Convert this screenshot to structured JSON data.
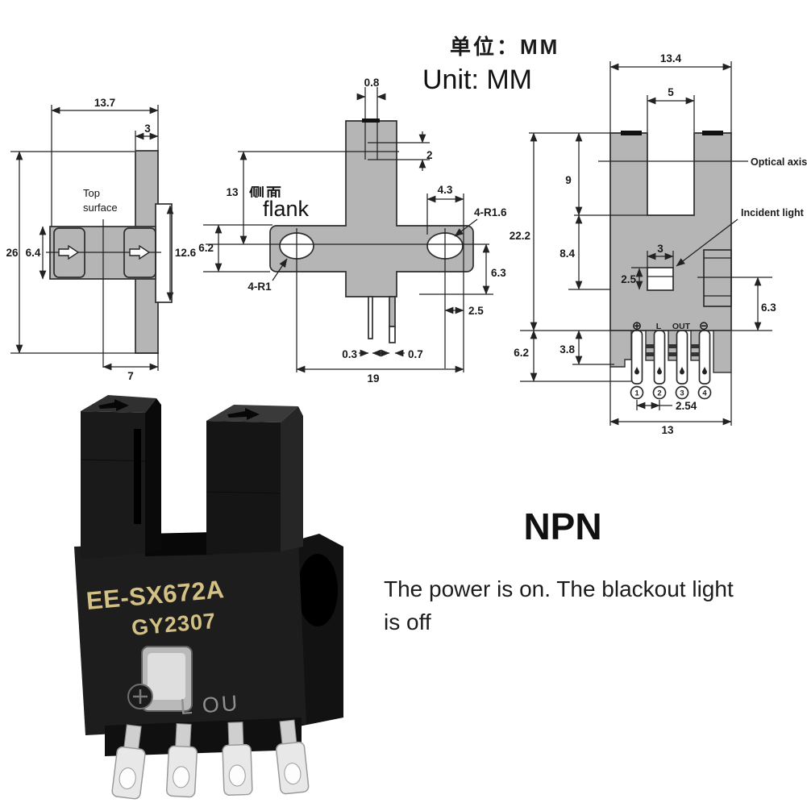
{
  "page": {
    "unit_original": "单位：MM",
    "unit_translated": "Unit: MM"
  },
  "top_view": {
    "label_line1": "Top",
    "label_line2": "surface",
    "dim_width": "13.7",
    "dim_col": "3",
    "dim_height": "26",
    "dim_bar": "6.4",
    "dim_tab": "12.6",
    "dim_foot": "7"
  },
  "side_view": {
    "label_original": "侧面",
    "label_translated": "flank",
    "dim_pin_top": "0.8",
    "dim_step": "2",
    "dim_upper": "13",
    "dim_hole_w": "4.3",
    "hole_radius_note": "4-R1.6",
    "dim_wing_h": "6.2",
    "corner_radius_note": "4-R1",
    "dim_lower": "6.3",
    "dim_offset": "2.5",
    "dim_pin1": "0.3",
    "dim_pin2": "0.7",
    "dim_total_w": "19"
  },
  "front_view": {
    "dim_width": "13.4",
    "dim_slot_w": "5",
    "dim_slot_d": "9",
    "dim_height": "22.2",
    "dim_mid": "8.4",
    "dim_window_w": "3",
    "dim_window_h": "2.5",
    "dim_conn": "6.3",
    "dim_term": "6.2",
    "dim_step": "3.8",
    "dim_pitch": "2.54",
    "dim_base_w": "13",
    "label_optical_axis": "Optical axis",
    "label_incident_light": "Incident light",
    "marking_plus": "⊕",
    "marking_l": "L",
    "marking_out": "OUT",
    "marking_minus": "⊖",
    "terminals": [
      "1",
      "2",
      "3",
      "4"
    ]
  },
  "product_photo": {
    "model": "EE-SX672A",
    "lot": "GY2307",
    "marking_panel": "L OU"
  },
  "output_block": {
    "title": "NPN",
    "description_line1": "The power is on. The blackout light",
    "description_line2": "is off"
  }
}
